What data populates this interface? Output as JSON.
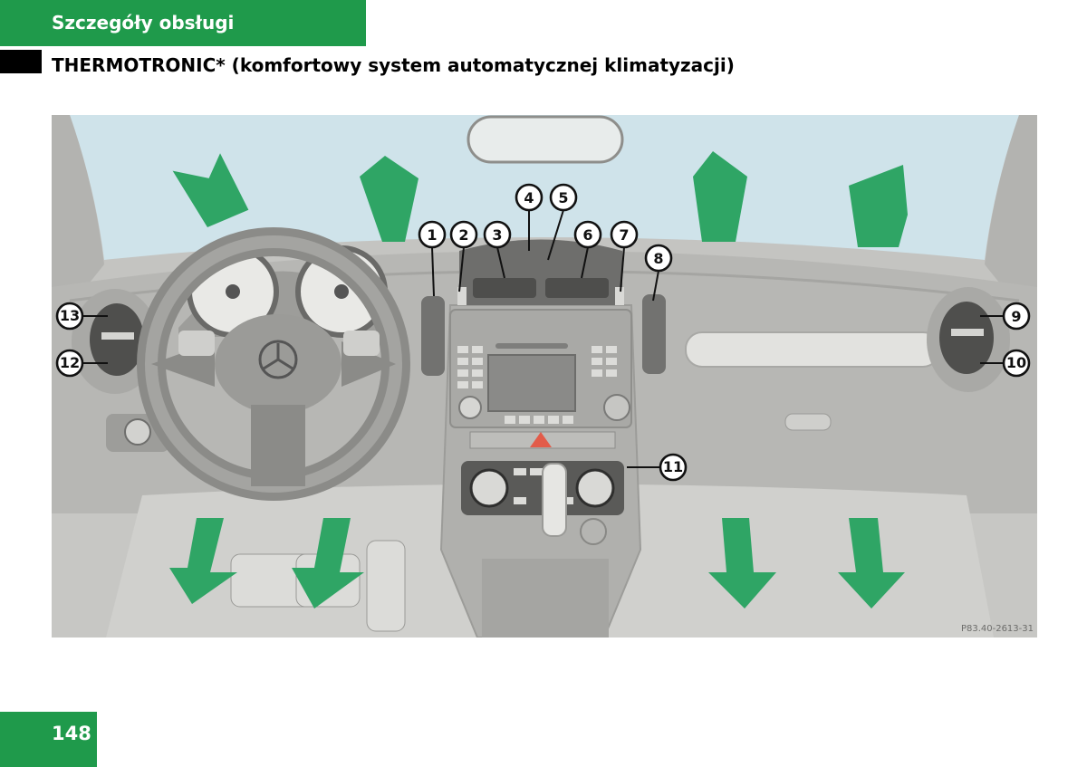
{
  "header": {
    "section_title": "Szczegóły obsługi",
    "page_heading": "THERMOTRONIC* (komfortowy system automatycznej klimatyzacji)"
  },
  "figure": {
    "callouts": [
      "1",
      "2",
      "3",
      "4",
      "5",
      "6",
      "7",
      "8",
      "9",
      "10",
      "11",
      "12",
      "13"
    ],
    "image_code": "P83.40-2613-31"
  },
  "footer": {
    "page_number": "148"
  },
  "colors": {
    "accent_green": "#1f9a4b",
    "arrow_green": "#2fa565",
    "windshield": "#cfe3ea",
    "dashboard": "#b7b7b4"
  }
}
